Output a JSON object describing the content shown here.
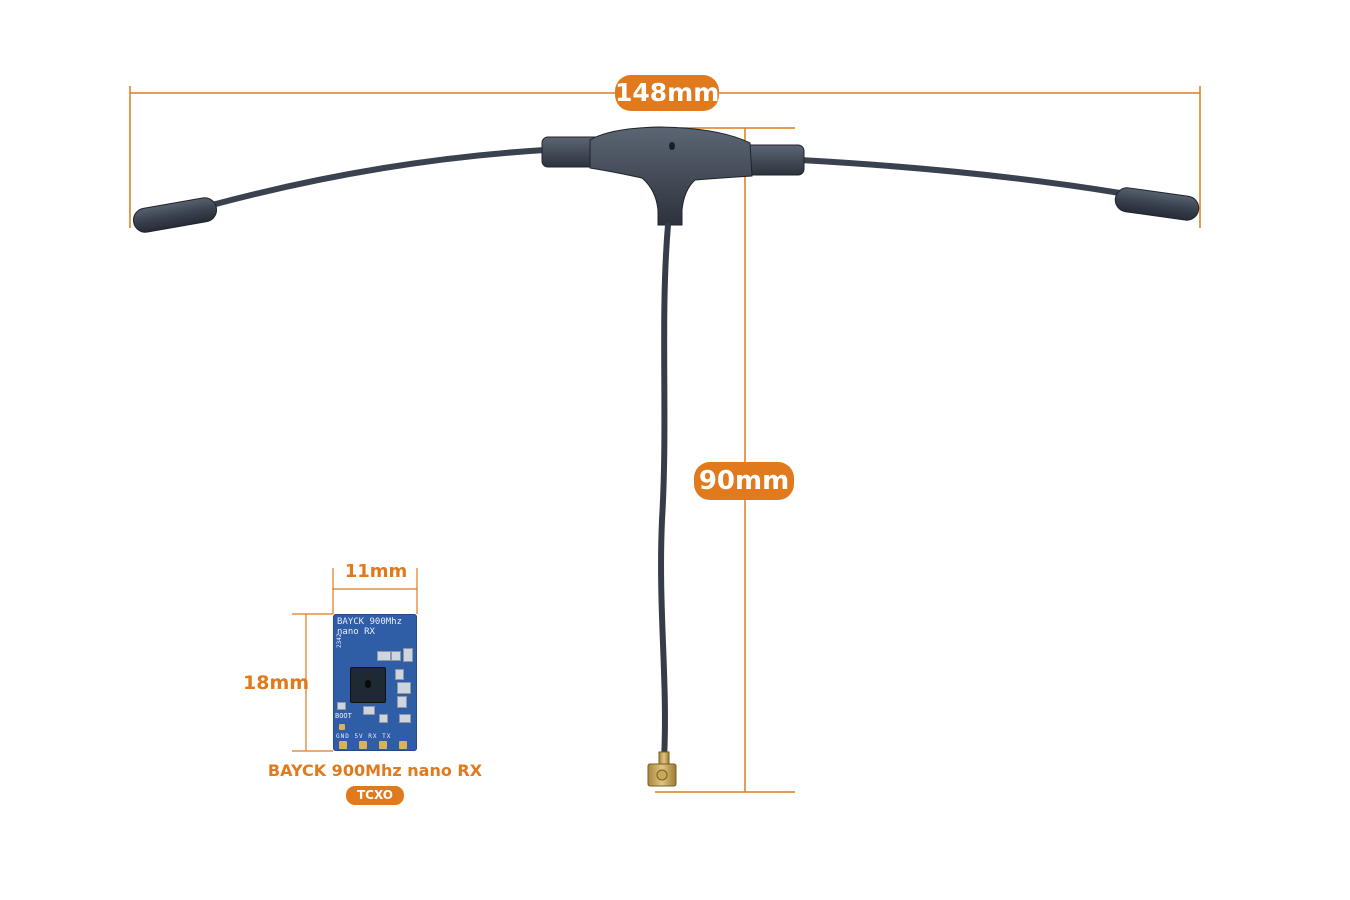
{
  "dimensions": {
    "width_label": "148mm",
    "height_label": "90mm",
    "rx_width_label": "11mm",
    "rx_height_label": "18mm"
  },
  "receiver": {
    "silkscreen_line1": "BAYCK 900Mhz",
    "silkscreen_line2": "nano RX",
    "silkscreen_code": "2342",
    "boot_label": "BOOT",
    "pads_label": "GND 5V RX TX",
    "product_name": "BAYCK 900Mhz nano RX",
    "badge": "TCXO"
  },
  "colors": {
    "accent": "#e07a1c",
    "antenna": "#3c4452",
    "board": "#2f5da6"
  }
}
